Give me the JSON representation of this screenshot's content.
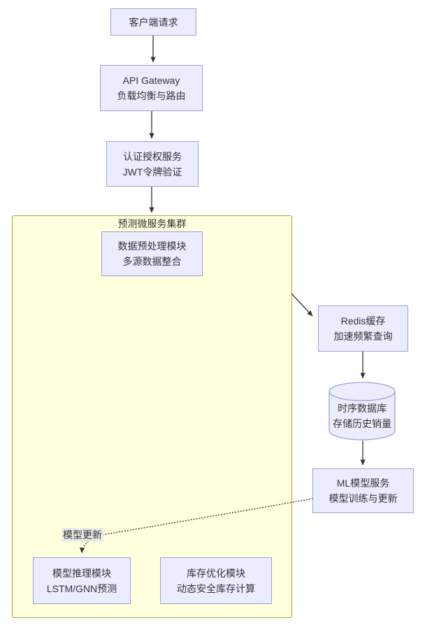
{
  "diagram": {
    "cluster": {
      "label": "预测微服务集群"
    },
    "edge_label": "模型更新",
    "nodes": {
      "client": {
        "line1": "客户端请求"
      },
      "gateway": {
        "line1": "API Gateway",
        "line2": "负载均衡与路由"
      },
      "auth": {
        "line1": "认证授权服务",
        "line2": "JWT令牌验证"
      },
      "preprocess": {
        "line1": "数据预处理模块",
        "line2": "多源数据整合"
      },
      "redis": {
        "line1": "Redis缓存",
        "line2": "加速频繁查询"
      },
      "tsdb": {
        "line1": "时序数据库",
        "line2": "存储历史销量"
      },
      "ml": {
        "line1": "ML模型服务",
        "line2": "模型训练与更新"
      },
      "inference": {
        "line1": "模型推理模块",
        "line2": "LSTM/GNN预测"
      },
      "inventory": {
        "line1": "库存优化模块",
        "line2": "动态安全库存计算"
      }
    },
    "colors": {
      "node_fill": "#ECECFF",
      "node_border": "#9f9fd6",
      "cluster_fill": "#FFFFDE",
      "cluster_border": "#AAAA33",
      "edge": "#333333",
      "text": "#333333",
      "edge_label_bg": "#e8e8e8"
    }
  }
}
